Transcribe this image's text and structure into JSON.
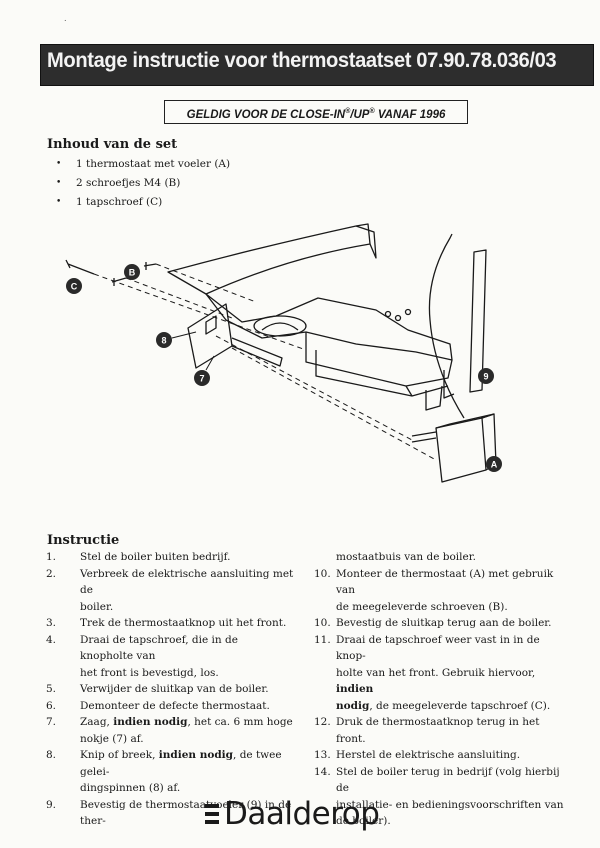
{
  "header": {
    "title": "Montage instructie voor thermostaatset 07.90.78.036/03"
  },
  "validity": {
    "prefix": "GELDIG VOOR DE CLOSE-IN",
    "up": "/UP",
    "suffix": " VANAF 1996",
    "reg": "®"
  },
  "contents": {
    "title": "Inhoud van de set",
    "items": [
      "1 thermostaat met voeler (A)",
      "2 schroefjes M4 (B)",
      "1 tapschroef (C)"
    ]
  },
  "diagram": {
    "labels": [
      "A",
      "B",
      "C",
      "7",
      "8",
      "9"
    ]
  },
  "instructions": {
    "title": "Instructie",
    "left": [
      {
        "n": "1.",
        "text": "Stel de boiler buiten bedrijf."
      },
      {
        "n": "2.",
        "text": "Verbreek de elektrische aansluiting met de"
      },
      {
        "n": "",
        "text": "boiler."
      },
      {
        "n": "3.",
        "text": "Trek de thermostaatknop uit het front."
      },
      {
        "n": "4.",
        "text": "Draai de tapschroef, die in de knopholte van"
      },
      {
        "n": "",
        "text": "het front is bevestigd, los."
      },
      {
        "n": "5.",
        "text": "Verwijder de sluitkap van de boiler."
      },
      {
        "n": "6.",
        "text": "Demonteer de defecte thermostaat."
      },
      {
        "n": "7.",
        "text_a": "Zaag, ",
        "bold": "indien nodig",
        "text_b": ", het ca. 6 mm hoge"
      },
      {
        "n": "",
        "text": "nokje (7) af."
      },
      {
        "n": "8.",
        "text_a": "Knip of breek, ",
        "bold": "indien nodig",
        "text_b": ", de twee gelei-"
      },
      {
        "n": "",
        "text": "dingspinnen (8) af."
      },
      {
        "n": "9.",
        "text": "Bevestig de thermostaatvoeler (9) in de ther-"
      }
    ],
    "right": [
      {
        "n": "",
        "text": "mostaatbuis van de boiler."
      },
      {
        "n": "10.",
        "text": "Monteer de thermostaat (A) met gebruik van"
      },
      {
        "n": "",
        "text": "de meegeleverde schroeven (B)."
      },
      {
        "n": "10.",
        "text": "Bevestig de sluitkap terug aan de boiler."
      },
      {
        "n": "11.",
        "text": "Draai de tapschroef weer vast in in de knop-"
      },
      {
        "n": "",
        "text_a": "holte van het front. Gebruik hiervoor, ",
        "bold": "indien",
        "text_b": ""
      },
      {
        "n": "",
        "text_a": "",
        "bold": "nodig",
        "text_b": ", de meegeleverde tapschroef (C)."
      },
      {
        "n": "12.",
        "text": "Druk de thermostaatknop terug in het"
      },
      {
        "n": "",
        "text": "front."
      },
      {
        "n": "13.",
        "text": "Herstel de elektrische aansluiting."
      },
      {
        "n": "14.",
        "text": "Stel de boiler terug in bedrijf (volg hierbij de"
      },
      {
        "n": "",
        "text": "installatie- en bedieningsvoorschriften van"
      },
      {
        "n": "",
        "text": "de boiler)."
      }
    ]
  },
  "brand": {
    "name": "Daalderop"
  },
  "stray_mark": "."
}
